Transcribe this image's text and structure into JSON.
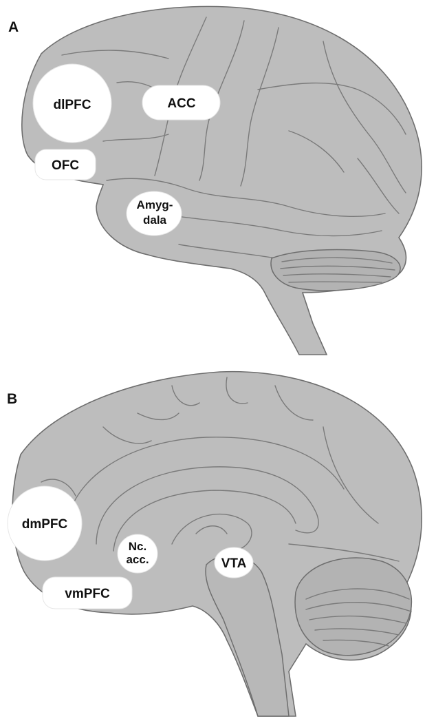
{
  "colors": {
    "brain_fill": "#bdbdbd",
    "region_fill": "#ffffff",
    "outline": "#6e6e6e"
  },
  "panels": [
    {
      "letter": "A",
      "regions": {
        "dlpfc": "dlPFC",
        "acc": "ACC",
        "ofc": "OFC",
        "amygdala_line1": "Amyg-",
        "amygdala_line2": "dala"
      }
    },
    {
      "letter": "B",
      "regions": {
        "dmpfc": "dmPFC",
        "vmpfc": "vmPFC",
        "nc_acc_line1": "Nc.",
        "nc_acc_line2": "acc.",
        "vta": "VTA"
      }
    }
  ]
}
